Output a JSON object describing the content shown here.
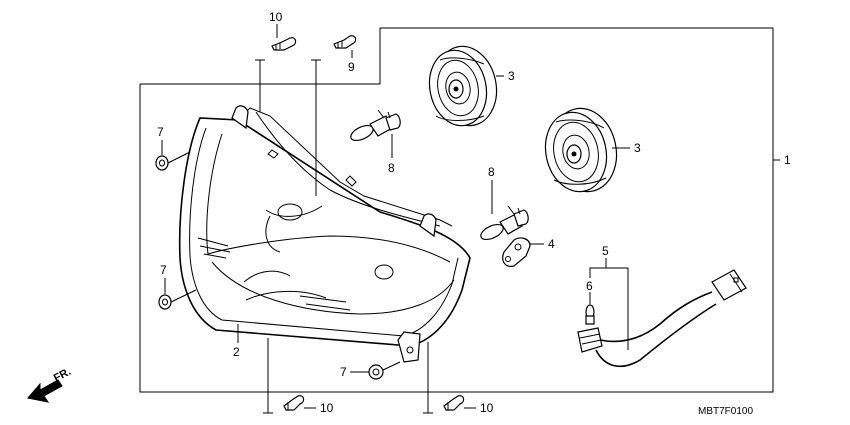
{
  "labels": {
    "ref_1": "1",
    "ref_2": "2",
    "ref_3_top": "3",
    "ref_3_bottom": "3",
    "ref_4": "4",
    "ref_5": "5",
    "ref_6": "6",
    "ref_7_top": "7",
    "ref_7_mid": "7",
    "ref_7_bottom": "7",
    "ref_8_center": "8",
    "ref_8_right": "8",
    "ref_9": "9",
    "ref_10_top": "10",
    "ref_10_bottom_left": "10",
    "ref_10_bottom_right": "10"
  },
  "front_indicator": "FR.",
  "diagram_code": "MBT7F0100"
}
